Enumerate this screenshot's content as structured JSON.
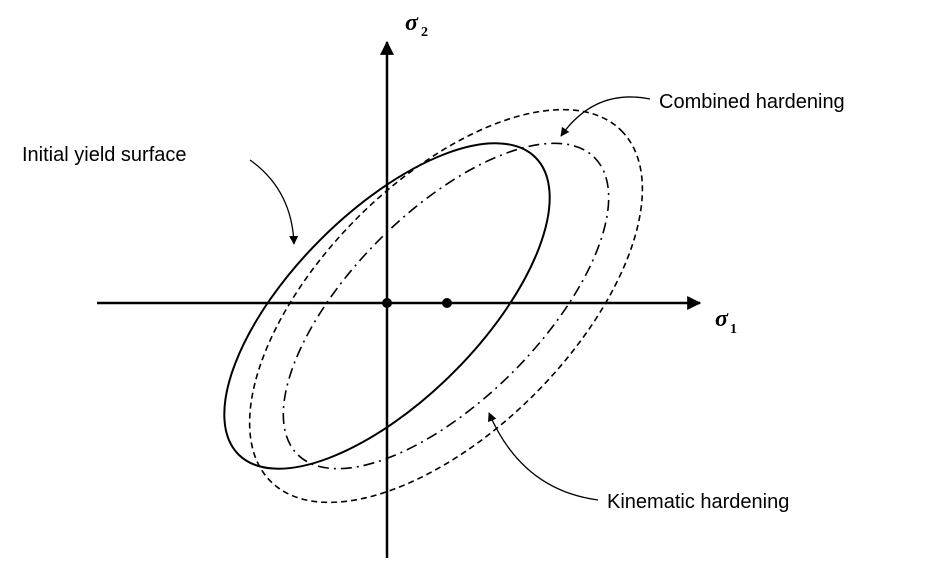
{
  "axes": {
    "x_label": "σ",
    "x_subscript": "1",
    "y_label": "σ",
    "y_subscript": "2"
  },
  "labels": {
    "initial": "Initial yield surface",
    "combined": "Combined hardening",
    "kinematic": "Kinematic hardening"
  },
  "colors": {
    "stroke": "#000000",
    "background": "#ffffff"
  }
}
